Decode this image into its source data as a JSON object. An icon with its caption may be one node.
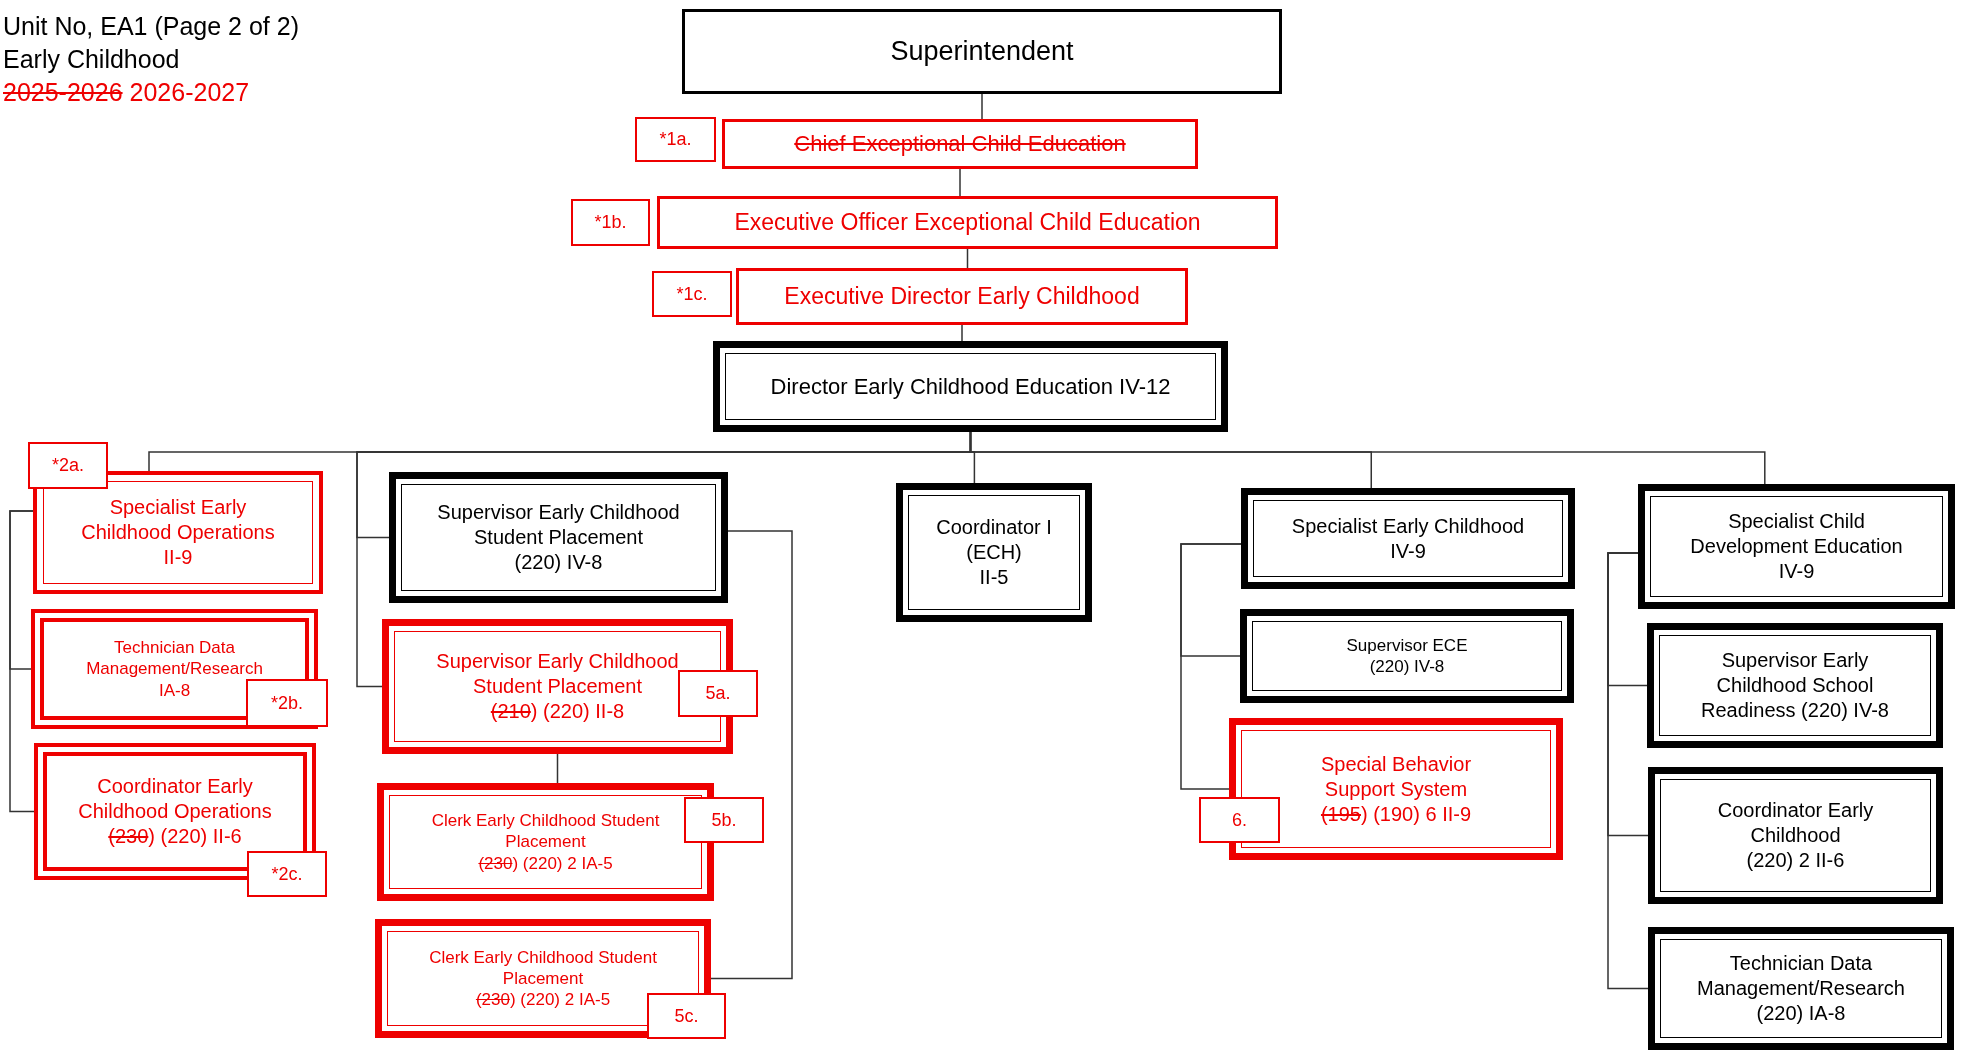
{
  "diagram": {
    "nodes": [
      {
        "text": [
          "Superintendent"
        ]
      },
      {
        "text": [
          "*1a."
        ]
      },
      {
        "text": [
          "Chief Exceptional Child Education"
        ]
      },
      {
        "text": [
          "*1b."
        ]
      },
      {
        "text": [
          "Executive Officer Exceptional Child Education"
        ]
      },
      {
        "text": [
          "*1c."
        ]
      },
      {
        "text": [
          "Executive Director Early Childhood"
        ]
      },
      {
        "text": [
          "Director Early Childhood Education IV-12"
        ]
      },
      {
        "text": [
          "*2a."
        ]
      },
      {
        "text": [
          "Specialist Early Childhood Operations",
          "II-9"
        ]
      },
      {
        "text": [
          "Supervisor Early Childhood Student Placement",
          "(220) IV-8"
        ]
      },
      {
        "text": [
          "Coordinator I (ECH)",
          "II-5"
        ]
      },
      {
        "text": [
          "Specialist Early Childhood",
          "IV-9"
        ]
      },
      {
        "text": [
          "Specialist Child Development Education",
          "IV-9"
        ]
      },
      {
        "text": [
          "Technician Data Management/Research",
          "IA-8"
        ]
      },
      {
        "text": [
          "*2b."
        ]
      },
      {
        "text": [
          "Supervisor Early Childhood Student Placement",
          "(210) (220) II-8"
        ]
      },
      {
        "text": [
          "5a."
        ]
      },
      {
        "text": [
          "Supervisor ECE",
          "(220) IV-8"
        ]
      },
      {
        "text": [
          "Supervisor Early Childhood School Readiness (220) IV-8"
        ]
      },
      {
        "text": [
          "Coordinator Early Childhood Operations",
          "(230) (220) II-6"
        ]
      },
      {
        "text": [
          "*2c."
        ]
      },
      {
        "text": [
          "Clerk Early Childhood Student Placement",
          "(230) (220) 2 IA-5"
        ]
      },
      {
        "text": [
          "5b."
        ]
      },
      {
        "text": [
          "Special Behavior Support System",
          "(195) (190) 6 II-9"
        ]
      },
      {
        "text": [
          "6."
        ]
      },
      {
        "text": [
          "Coordinator Early Childhood",
          "(220) 2 II-6"
        ]
      },
      {
        "text": [
          "Clerk Early Childhood Student Placement",
          "(230) (220) 2 IA-5"
        ]
      },
      {
        "text": [
          "5c."
        ]
      },
      {
        "text": [
          "Technician Data Management/Research",
          "(220) IA-8"
        ]
      }
    ],
    "edges": [
      {
        "from": 0,
        "to": 2,
        "arrow": "none"
      },
      {
        "from": 2,
        "to": 4,
        "arrow": "none"
      },
      {
        "from": 4,
        "to": 6,
        "arrow": "none"
      },
      {
        "from": 6,
        "to": 7,
        "arrow": "none"
      },
      {
        "from": 7,
        "to": 9,
        "arrow": "none"
      },
      {
        "from": 7,
        "to": 10,
        "arrow": "none"
      },
      {
        "from": 7,
        "to": 16,
        "arrow": "none"
      },
      {
        "from": 7,
        "to": 11,
        "arrow": "none"
      },
      {
        "from": 7,
        "to": 12,
        "arrow": "none"
      },
      {
        "from": 7,
        "to": 13,
        "arrow": "none"
      },
      {
        "from": 9,
        "to": 14,
        "arrow": "none"
      },
      {
        "from": 9,
        "to": 20,
        "arrow": "none"
      },
      {
        "from": 10,
        "to": 27,
        "arrow": "none"
      },
      {
        "from": 16,
        "to": 22,
        "arrow": "none"
      },
      {
        "from": 12,
        "to": 18,
        "arrow": "none"
      },
      {
        "from": 12,
        "to": 24,
        "arrow": "none"
      },
      {
        "from": 13,
        "to": 19,
        "arrow": "none"
      },
      {
        "from": 13,
        "to": 26,
        "arrow": "none"
      },
      {
        "from": 13,
        "to": 29,
        "arrow": "none"
      }
    ],
    "labels": [
      "Unit No, EA1 (Page 2 of 2)",
      "Early Childhood",
      "2025-2026",
      "2026-2027"
    ]
  }
}
